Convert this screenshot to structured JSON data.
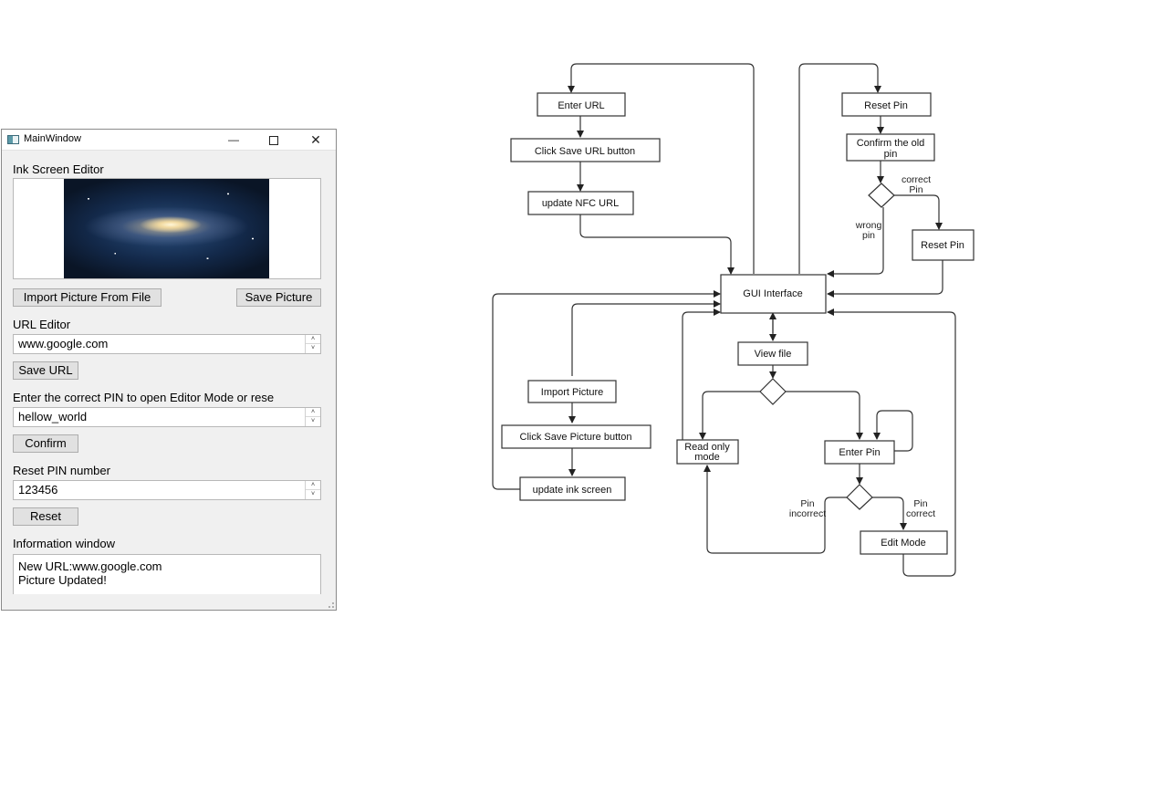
{
  "window": {
    "title": "MainWindow",
    "minimize_glyph": "—",
    "close_glyph": "✕"
  },
  "ink_editor": {
    "label": "Ink Screen Editor",
    "image_icon": "galaxy-image",
    "import_button": "Import Picture From File",
    "save_button": "Save Picture"
  },
  "url_editor": {
    "label": "URL Editor",
    "value": "www.google.com",
    "save_button": "Save URL"
  },
  "pin_entry": {
    "label": "Enter the correct PIN to open Editor Mode or rese",
    "value": "hellow_world",
    "confirm_button": "Confirm"
  },
  "pin_reset": {
    "label": "Reset PIN number",
    "value": "123456",
    "reset_button": "Reset"
  },
  "info_window": {
    "label": "Information window",
    "lines": [
      "New URL:www.google.com",
      "Picture Updated!"
    ]
  },
  "spin_up_glyph": "˄",
  "spin_down_glyph": "˅",
  "flowchart": {
    "nodes": {
      "enter_url": "Enter URL",
      "click_save_url": "Click Save URL button",
      "update_nfc_url": "update  NFC URL",
      "reset_pin_top": "Reset Pin",
      "confirm_old_pin_1": "Confirm the old",
      "confirm_old_pin_2": "pin",
      "reset_pin_right": "Reset Pin",
      "gui_interface": "GUI Interface",
      "view_file": "View file",
      "import_picture": "Import Picture",
      "click_save_picture": "Click Save Picture button",
      "update_ink_screen": "update ink screen",
      "read_only_1": "Read only",
      "read_only_2": "mode",
      "enter_pin": "Enter Pin",
      "edit_mode": "Edit Mode"
    },
    "edge_labels": {
      "correct_pin_1": "correct",
      "correct_pin_2": "Pin",
      "wrong_pin_1": "wrong",
      "wrong_pin_2": "pin",
      "pin_incorrect_1": "Pin",
      "pin_incorrect_2": "incorrect",
      "pin_correct_1": "Pin",
      "pin_correct_2": "correct"
    }
  }
}
